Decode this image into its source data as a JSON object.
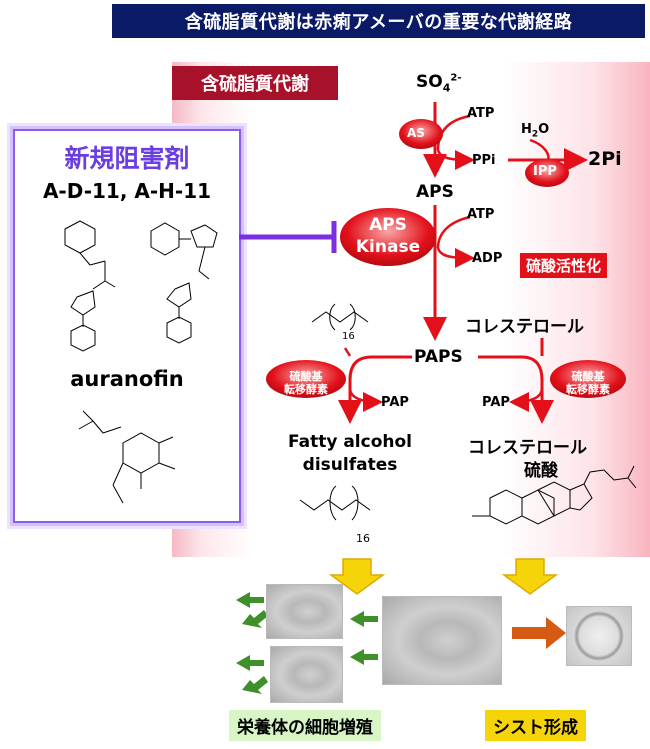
{
  "title": "含硫脂質代謝は赤痢アメーバの重要な代謝経路",
  "section_label": "含硫脂質代謝",
  "activation_label": "硫酸活性化",
  "inhibitors": {
    "heading": "新規阻害剤",
    "compounds": "A-D-11,  A-H-11",
    "auranofin": "auranofin"
  },
  "pathway": {
    "so4": "SO",
    "so4_sub": "4",
    "so4_sup": "2-",
    "as": "AS",
    "atp1": "ATP",
    "ppi": "PPi",
    "h2o": "H",
    "h2o_sub": "2",
    "h2o_o": "O",
    "ipp": "IPP",
    "two_pi": "2Pi",
    "aps": "APS",
    "aps_kinase_1": "APS",
    "aps_kinase_2": "Kinase",
    "atp2": "ATP",
    "adp": "ADP",
    "paps": "PAPS",
    "cholesterol": "コレステロール",
    "enzyme_1": "硫酸基",
    "enzyme_2": "転移酵素",
    "pap": "PAP",
    "fatty_1": "Fatty alcohol",
    "fatty_2": "disulfates",
    "chol_sulfate_1": "コレステロール",
    "chol_sulfate_2": "硫酸",
    "chain_n": "16"
  },
  "stages": {
    "trophozoite": "栄養体の細胞増殖",
    "cyst": "シスト形成"
  },
  "colors": {
    "pathway_red": "#e3101a",
    "title_navy": "#0b1a66",
    "inhibit_purple": "#7a2fe0",
    "arrow_green": "#3f8f2a",
    "arrow_yellow": "#f6d40a",
    "arrow_orange": "#d55a13"
  }
}
